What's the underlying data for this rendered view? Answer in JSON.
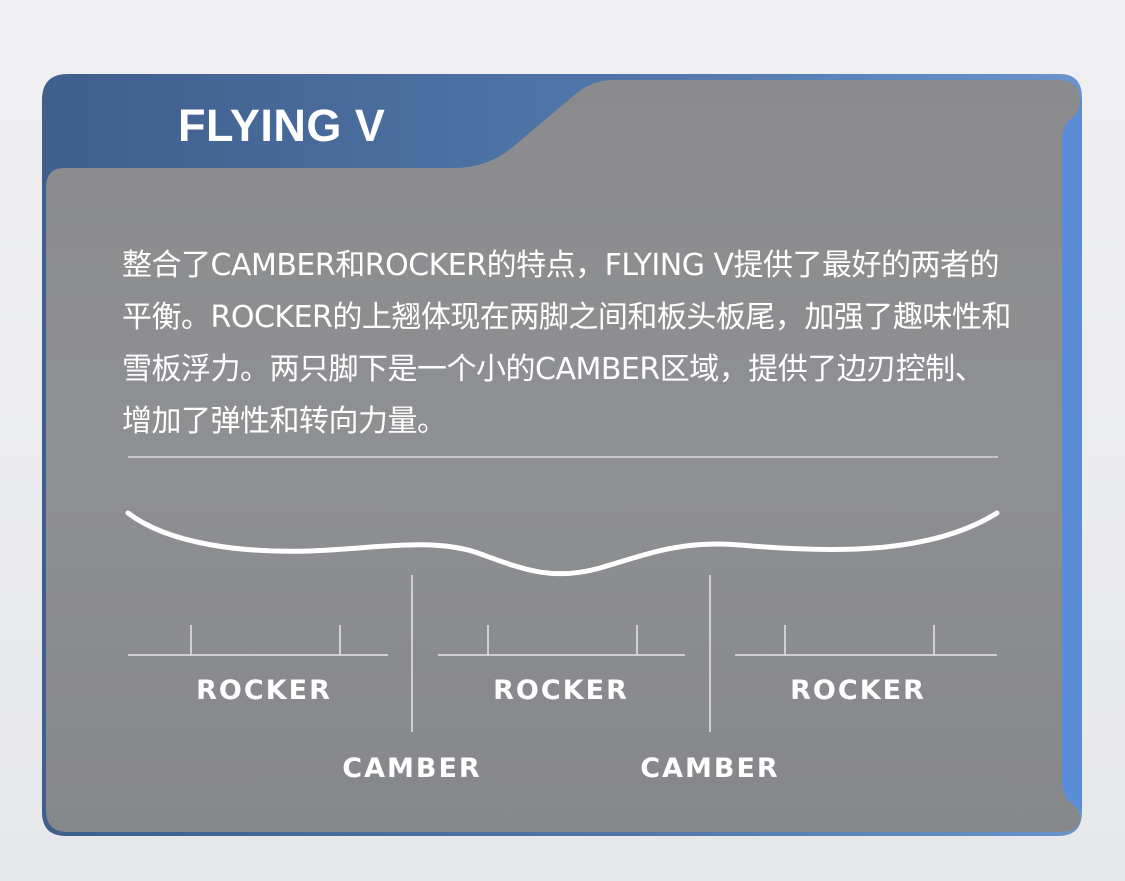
{
  "card": {
    "title": "FLYING V",
    "description": "整合了CAMBER和ROCKER的特点，FLYING V提供了最好的两者的平衡。ROCKER的上翘体现在两脚之间和板头板尾，加强了趣味性和雪板浮力。两只脚下是一个小的CAMBER区域，提供了边刃控制、增加了弹性和转向力量。"
  },
  "diagram": {
    "zones": [
      {
        "label": "ROCKER"
      },
      {
        "label": "ROCKER"
      },
      {
        "label": "ROCKER"
      }
    ],
    "dividers": [
      {
        "label": "CAMBER"
      },
      {
        "label": "CAMBER"
      }
    ]
  },
  "colors": {
    "accent": "#5b8cd6",
    "header_tab": "#4c6f9f",
    "panel": "#8a8b8e",
    "text": "#ffffff"
  }
}
